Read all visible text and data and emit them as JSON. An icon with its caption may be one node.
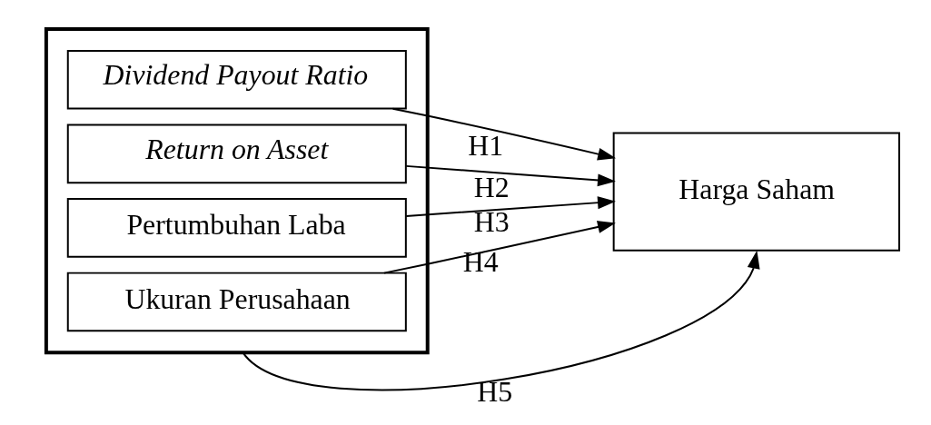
{
  "diagram": {
    "nodes": [
      {
        "text": [],
        "shape": "box"
      },
      {
        "text": [
          "Dividend Payout Ratio"
        ],
        "in": 0
      },
      {
        "text": [
          "Return on Asset"
        ],
        "in": 0
      },
      {
        "text": [
          "Pertumbuhan Laba"
        ],
        "in": 0
      },
      {
        "text": [
          "Ukuran Perusahaan"
        ],
        "in": 0
      },
      {
        "text": [
          "Harga Saham"
        ]
      }
    ],
    "edges": [
      {
        "from": 1,
        "to": 5,
        "arrow": "to",
        "label": "H1"
      },
      {
        "from": 2,
        "to": 5,
        "arrow": "to",
        "label": "H2"
      },
      {
        "from": 3,
        "to": 5,
        "arrow": "to",
        "label": "H3"
      },
      {
        "from": 4,
        "to": 5,
        "arrow": "to",
        "label": "H4"
      },
      {
        "from": 0,
        "to": 5,
        "arrow": "to",
        "label": "H5"
      }
    ]
  }
}
